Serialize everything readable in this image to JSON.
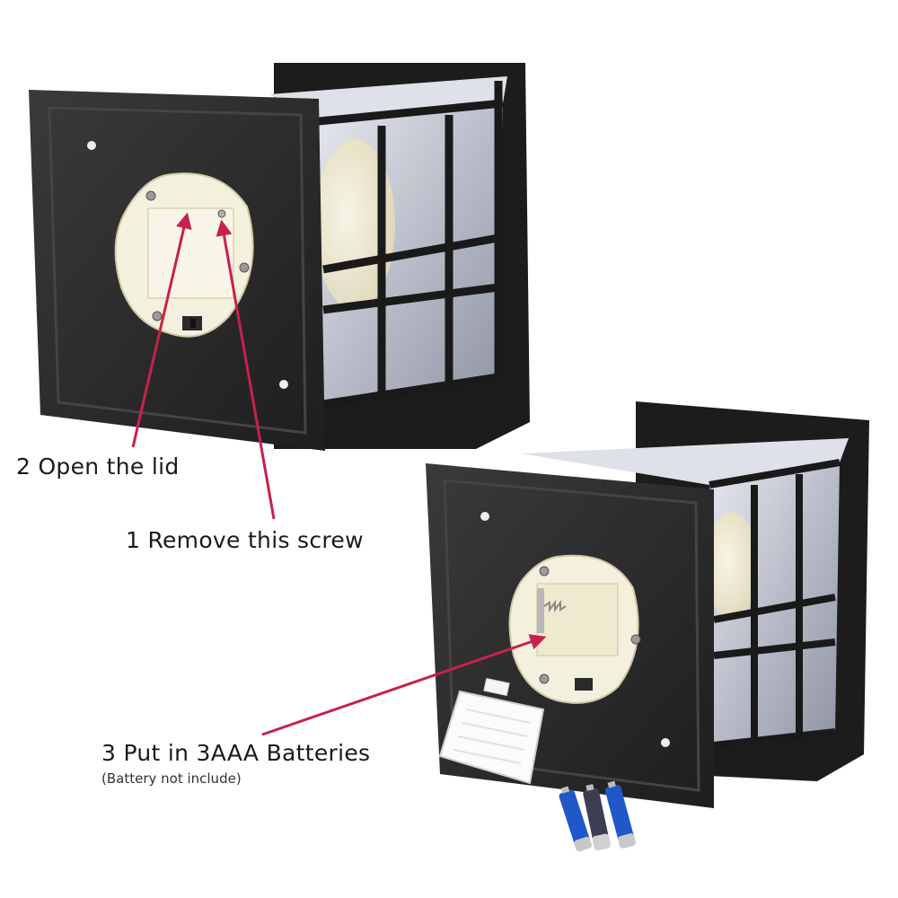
{
  "steps": {
    "open_lid": "2 Open the lid",
    "remove_screw": "1 Remove this screw",
    "put_batteries": "3 Put in 3AAA Batteries",
    "battery_note": "(Battery not include)"
  },
  "colors": {
    "background": "#ffffff",
    "lantern_frame": "#1c1c1c",
    "panel": "#2a2a2a",
    "battery_housing": "#f4f0de",
    "glass": "#c9ccd6",
    "arrow": "#c8214b",
    "battery_blue": "#1f58c9"
  },
  "icons": {
    "arrow": "pointer-arrow",
    "screw": "screw-icon",
    "switch": "switch-icon",
    "battery": "aaa-battery-icon"
  }
}
